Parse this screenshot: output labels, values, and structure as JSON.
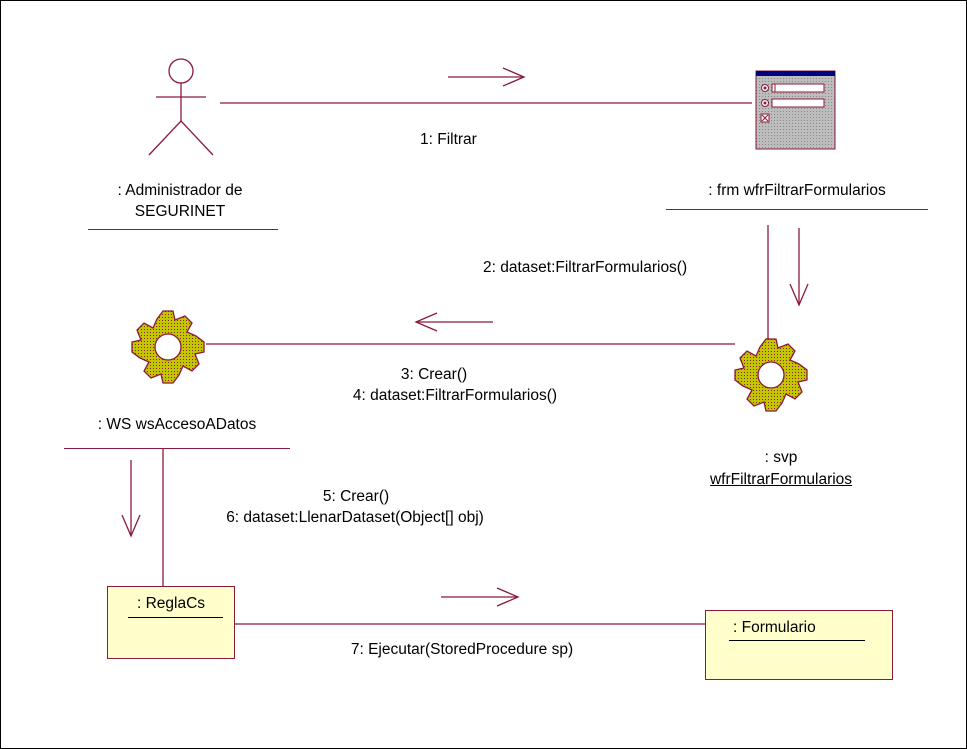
{
  "diagram": {
    "actor": {
      "label_line1": ": Administrador de",
      "label_line2": "SEGURINET"
    },
    "form": {
      "label": ": frm wfrFiltrarFormularios"
    },
    "ws": {
      "label": ": WS wsAccesoADatos"
    },
    "svp": {
      "label_line1": ": svp",
      "label_line2": "wfrFiltrarFormularios"
    },
    "regla": {
      "label": ": ReglaCs"
    },
    "formulario": {
      "label": ": Formulario"
    },
    "messages": {
      "m1": "1: Filtrar",
      "m2": "2: dataset:FiltrarFormularios()",
      "m3": "3: Crear()",
      "m4": "4: dataset:FiltrarFormularios()",
      "m5": "5: Crear()",
      "m6": "6: dataset:LlenarDataset(Object[] obj)",
      "m7": "7: Ejecutar(StoredProcedure sp)"
    },
    "colors": {
      "line": "#8b1a3a",
      "class_fill": "#ffffcc",
      "gear_fill": "#c8c800",
      "form_title": "#000080"
    }
  }
}
